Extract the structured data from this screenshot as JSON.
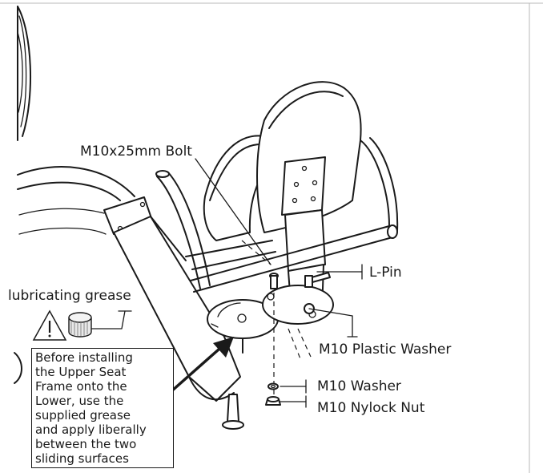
{
  "labels": {
    "bolt": "M10x25mm Bolt",
    "l_pin": "L-Pin",
    "grease": "lubricating grease",
    "plastic_washer": "M10 Plastic Washer",
    "washer": "M10 Washer",
    "nylock_nut": "M10 Nylock Nut"
  },
  "note": {
    "text": "Before installing\nthe Upper Seat\nFrame onto the\nLower, use the\nsupplied grease\nand apply liberally\nbetween the two\nsliding surfaces"
  },
  "icons": {
    "warning": "warning-triangle-icon",
    "grease_tub": "grease-tub-icon"
  }
}
